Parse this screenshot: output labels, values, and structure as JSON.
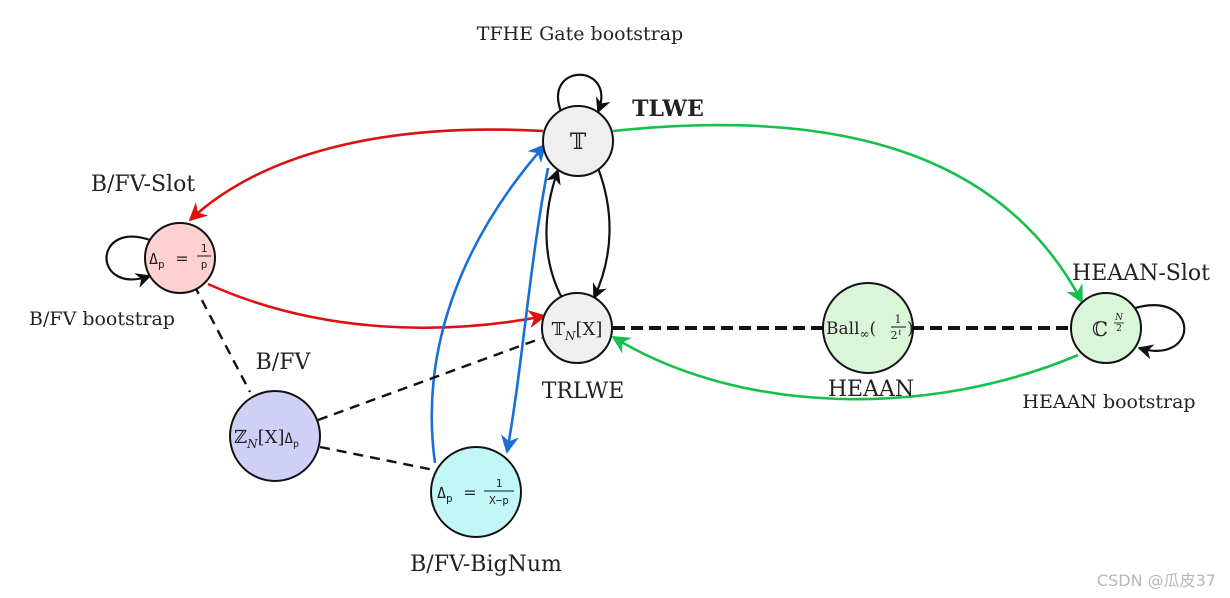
{
  "labels": {
    "tfhe_gate_bootstrap": "TFHE Gate bootstrap",
    "tlwe": "TLWE",
    "bfv_slot": "B/FV-Slot",
    "bfv_bootstrap": "B/FV bootstrap",
    "bfv": "B/FV",
    "trlwe": "TRLWE",
    "heaan": "HEAAN",
    "heaan_slot": "HEAAN-Slot",
    "heaan_bootstrap": "HEAAN bootstrap",
    "bfv_bignum": "B/FV-BigNum"
  },
  "nodes": {
    "torus": {
      "symbol": "𝕋",
      "fill": "#efefef"
    },
    "torus_poly": {
      "symbol": "𝕋",
      "sub": "N",
      "arg": "[X]",
      "fill": "#efefef"
    },
    "bfv_slot": {
      "delta": "Δ",
      "delta_sub": "p",
      "eq": "=",
      "num": "1",
      "den": "p",
      "fill": "#ffd0d0"
    },
    "integer_poly": {
      "symbol": "ℤ",
      "sub": "N",
      "arg": "[X]",
      "delta": "Δ",
      "delta_sub": "p",
      "fill": "#d0d0f6"
    },
    "bfv_bignum": {
      "delta": "Δ",
      "delta_sub": "p",
      "eq": "=",
      "num": "1",
      "den": "X−p",
      "fill": "#c2f7f7"
    },
    "heaan_ball": {
      "text": "Ball",
      "sub": "∞",
      "open": "(",
      "num": "1",
      "den": "2",
      "den_sup": "ℓ",
      "close": ")",
      "fill": "#d9f6d9"
    },
    "complex": {
      "symbol": "ℂ",
      "sup_num": "N",
      "sup_den": "2",
      "fill": "#d9f6d9"
    }
  },
  "colors": {
    "red": "#dd1111",
    "green": "#16c04a",
    "blue": "#1a6fd6",
    "black": "#111111"
  },
  "watermark": "CSDN @瓜皮37"
}
